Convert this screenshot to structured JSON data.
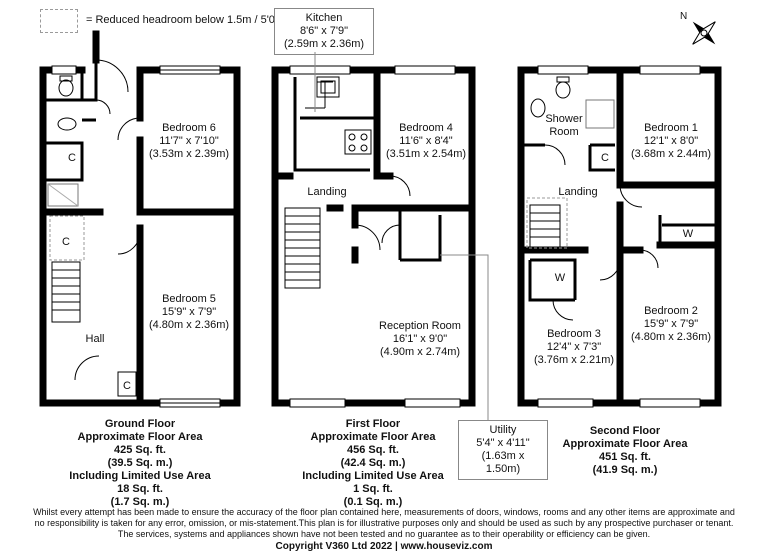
{
  "legend": {
    "text": "= Reduced headroom below 1.5m / 5'0"
  },
  "compass": {
    "label": "N"
  },
  "floors": [
    {
      "title": "Ground Floor",
      "area_label": "Approximate Floor Area",
      "area_sqft": "425 Sq. ft.",
      "area_sqm": "(39.5 Sq. m.)",
      "limited_label": "Including Limited Use Area",
      "limited_sqft": "18 Sq. ft.",
      "limited_sqm": "(1.7 Sq. m.)"
    },
    {
      "title": "First Floor",
      "area_label": "Approximate Floor Area",
      "area_sqft": "456 Sq. ft.",
      "area_sqm": "(42.4 Sq. m.)",
      "limited_label": "Including Limited Use Area",
      "limited_sqft": "1 Sq. ft.",
      "limited_sqm": "(0.1 Sq. m.)"
    },
    {
      "title": "Second Floor",
      "area_label": "Approximate Floor Area",
      "area_sqft": "451 Sq. ft.",
      "area_sqm": "(41.9 Sq. m.)"
    }
  ],
  "rooms": {
    "bedroom6": {
      "name": "Bedroom 6",
      "imperial": "11'7\" x 7'10\"",
      "metric": "(3.53m x 2.39m)"
    },
    "bedroom5": {
      "name": "Bedroom 5",
      "imperial": "15'9\" x 7'9\"",
      "metric": "(4.80m x 2.36m)"
    },
    "hall": {
      "name": "Hall"
    },
    "c_gf1": {
      "name": "C"
    },
    "c_gf2": {
      "name": "C"
    },
    "c_gf3": {
      "name": "C"
    },
    "kitchen": {
      "name": "Kitchen",
      "imperial": "8'6\" x 7'9\"",
      "metric": "(2.59m x 2.36m)"
    },
    "bedroom4": {
      "name": "Bedroom 4",
      "imperial": "11'6\" x 8'4\"",
      "metric": "(3.51m x 2.54m)"
    },
    "landing1": {
      "name": "Landing"
    },
    "reception": {
      "name": "Reception Room",
      "imperial": "16'1\" x 9'0\"",
      "metric": "(4.90m x 2.74m)"
    },
    "utility": {
      "name": "Utility",
      "imperial": "5'4\" x 4'11\"",
      "metric": "(1.63m x 1.50m)"
    },
    "shower": {
      "name": "Shower",
      "name2": "Room"
    },
    "c_sf": {
      "name": "C"
    },
    "bedroom1": {
      "name": "Bedroom 1",
      "imperial": "12'1\" x 8'0\"",
      "metric": "(3.68m x 2.44m)"
    },
    "landing2": {
      "name": "Landing"
    },
    "w1": {
      "name": "W"
    },
    "w2": {
      "name": "W"
    },
    "bedroom2": {
      "name": "Bedroom 2",
      "imperial": "15'9\" x 7'9\"",
      "metric": "(4.80m x 2.36m)"
    },
    "bedroom3": {
      "name": "Bedroom 3",
      "imperial": "12'4\" x 7'3\"",
      "metric": "(3.76m x 2.21m)"
    }
  },
  "disclaimer": {
    "line1": "Whilst every attempt has been made to ensure the accuracy of the floor plan contained here, measurements of doors, windows, rooms and any other items are approximate and",
    "line2": "no responsibility is taken for any error, omission, or mis-statement.This plan is for illustrative purposes only and should be used as such by any prospective purchaser or tenant.",
    "line3": "The services, systems and appliances shown have not been tested and no guarantee as to their operability or efficiency can be given."
  },
  "copyright": "Copyright V360 Ltd 2022 | www.houseviz.com"
}
